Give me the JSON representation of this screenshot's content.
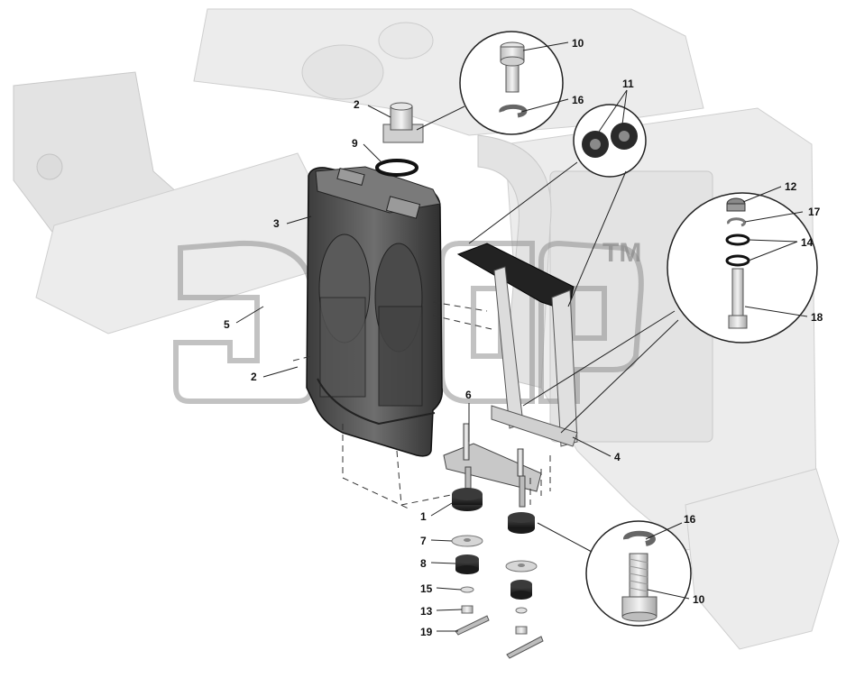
{
  "watermark": {
    "tm": "TM"
  },
  "callouts": [
    {
      "id": "c10a",
      "text": "10"
    },
    {
      "id": "c16a",
      "text": "16"
    },
    {
      "id": "c11",
      "text": "11"
    },
    {
      "id": "c2a",
      "text": "2"
    },
    {
      "id": "c9",
      "text": "9"
    },
    {
      "id": "c3",
      "text": "3"
    },
    {
      "id": "c12",
      "text": "12"
    },
    {
      "id": "c17",
      "text": "17"
    },
    {
      "id": "c14",
      "text": "14"
    },
    {
      "id": "c18",
      "text": "18"
    },
    {
      "id": "c5",
      "text": "5"
    },
    {
      "id": "c2b",
      "text": "2"
    },
    {
      "id": "c6",
      "text": "6"
    },
    {
      "id": "c4",
      "text": "4"
    },
    {
      "id": "c1",
      "text": "1"
    },
    {
      "id": "c7",
      "text": "7"
    },
    {
      "id": "c8",
      "text": "8"
    },
    {
      "id": "c15",
      "text": "15"
    },
    {
      "id": "c13",
      "text": "13"
    },
    {
      "id": "c19",
      "text": "19"
    },
    {
      "id": "c16b",
      "text": "16"
    },
    {
      "id": "c10b",
      "text": "10"
    }
  ]
}
